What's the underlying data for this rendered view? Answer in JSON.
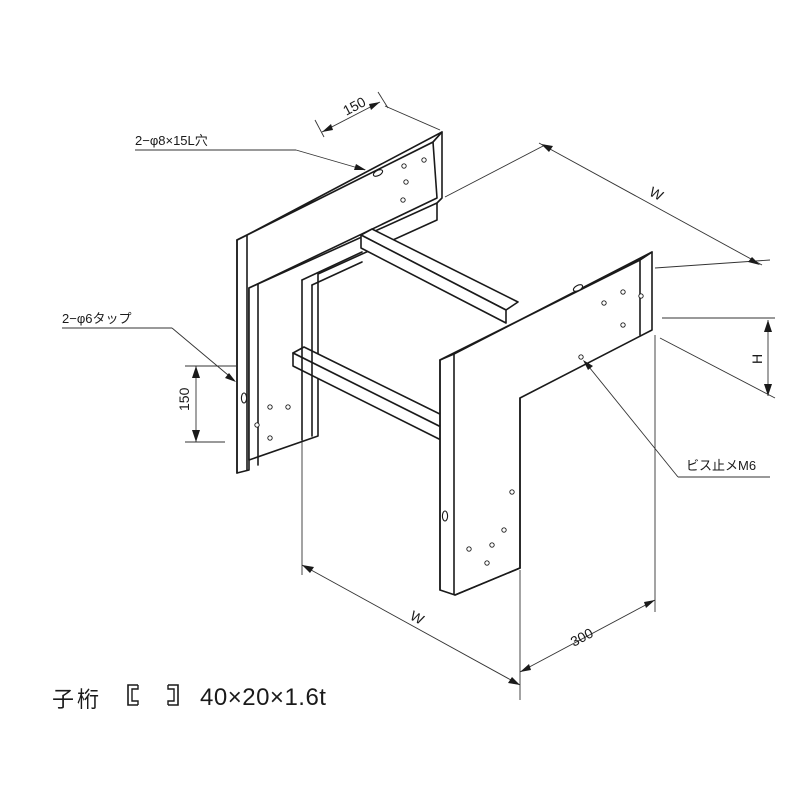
{
  "callouts": {
    "slot_holes": "2−φ8×15L穴",
    "tap_holes": "2−φ6タップ",
    "screw": "ビス止メM6"
  },
  "dimensions": {
    "top_flange": "150",
    "side_flange": "150",
    "width_top": "W",
    "width_bottom": "W",
    "height": "H",
    "depth": "300"
  },
  "footer": {
    "member_name": "子桁",
    "channel_icon": "c-channel-icon",
    "spec": "40×20×1.6t"
  }
}
